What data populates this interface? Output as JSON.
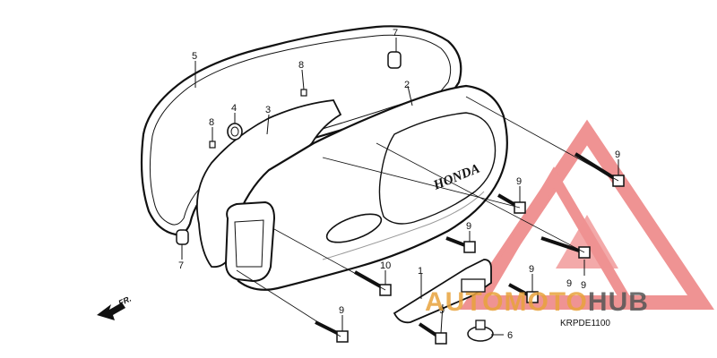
{
  "diagram": {
    "emboss_text": "HONDA",
    "front_marker": "FR.",
    "diagram_code": "KRPDE1100",
    "callouts": [
      {
        "key": "c1",
        "label": "1"
      },
      {
        "key": "c2",
        "label": "2"
      },
      {
        "key": "c3",
        "label": "3"
      },
      {
        "key": "c4",
        "label": "4"
      },
      {
        "key": "c5",
        "label": "5"
      },
      {
        "key": "c6",
        "label": "6"
      },
      {
        "key": "c7a",
        "label": "7"
      },
      {
        "key": "c7b",
        "label": "7"
      },
      {
        "key": "c8a",
        "label": "8"
      },
      {
        "key": "c8b",
        "label": "8"
      },
      {
        "key": "c9a",
        "label": "9"
      },
      {
        "key": "c9b",
        "label": "9"
      },
      {
        "key": "c9c",
        "label": "9"
      },
      {
        "key": "c9d",
        "label": "9"
      },
      {
        "key": "c9e",
        "label": "9"
      },
      {
        "key": "c9f",
        "label": "9"
      },
      {
        "key": "c9g",
        "label": "9"
      },
      {
        "key": "c9h",
        "label": "9"
      },
      {
        "key": "c10",
        "label": "10"
      }
    ]
  },
  "watermark": {
    "word_part1": "AUTOMOTO",
    "word_part2": "HUB",
    "color_primary": "#e23b3b",
    "color_secondary": "#555555"
  }
}
